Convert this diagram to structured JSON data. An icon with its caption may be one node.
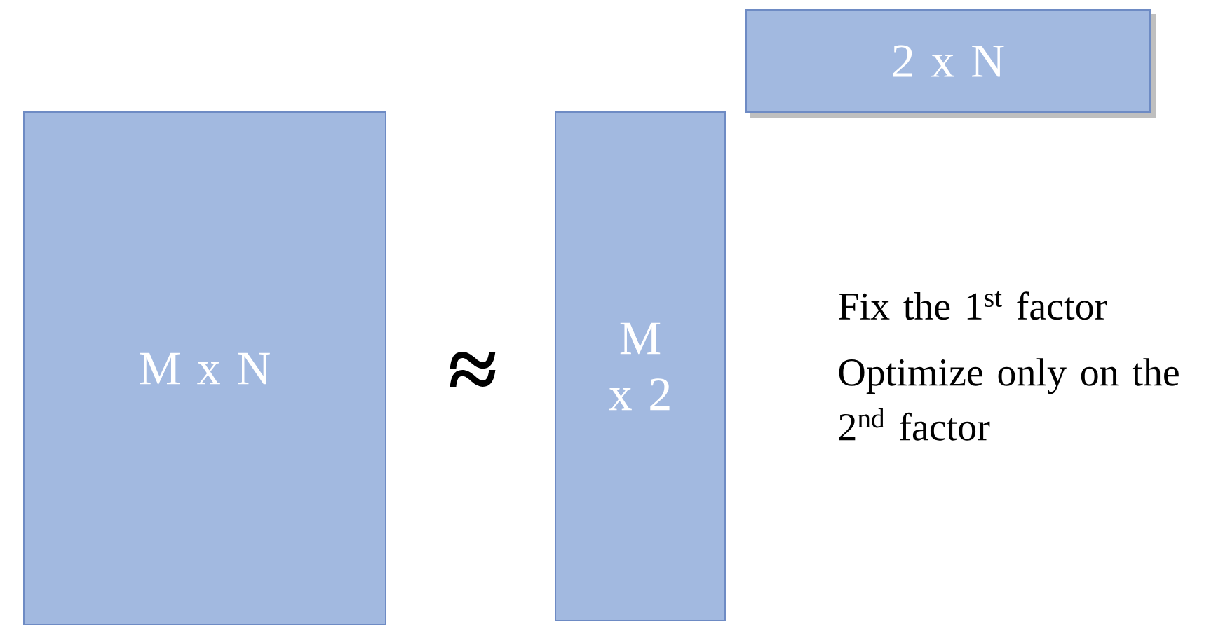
{
  "diagram": {
    "nodes": [
      {
        "text": [
          "M x N"
        ]
      },
      {
        "text": [
          "M x 2"
        ]
      },
      {
        "text": [
          "2 x N"
        ]
      }
    ],
    "labels": [
      "≈",
      "Fix the 1$^{st}$ factor",
      "Optimize only on the 2$^{nd}$ factor"
    ]
  }
}
